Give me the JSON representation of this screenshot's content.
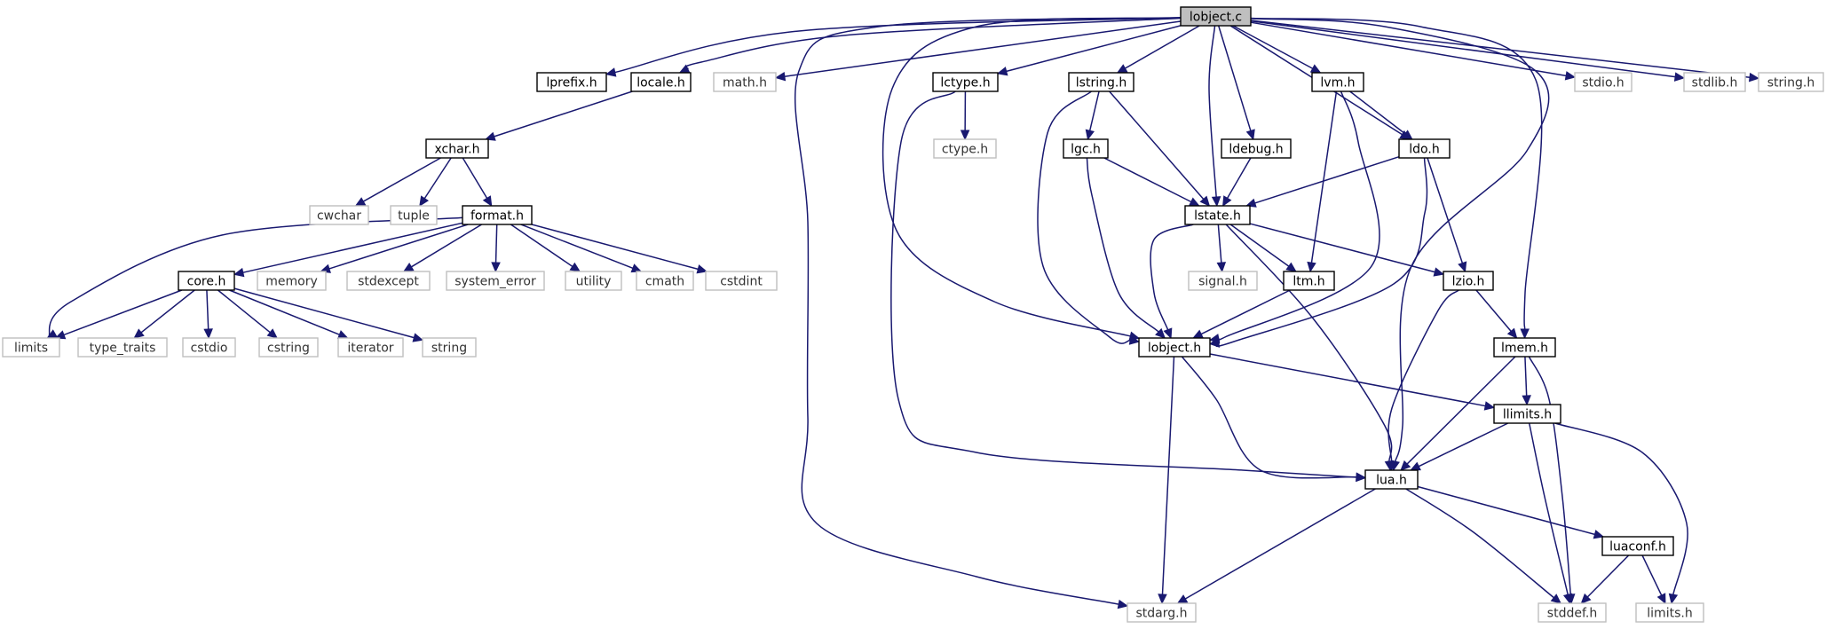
{
  "graph": {
    "nodes": [
      {
        "id": "lobject_c",
        "label": "lobject.c",
        "kind": "root"
      },
      {
        "id": "lprefix_h",
        "label": "lprefix.h",
        "kind": "solid"
      },
      {
        "id": "locale_h",
        "label": "locale.h",
        "kind": "solid"
      },
      {
        "id": "math_h",
        "label": "math.h",
        "kind": "sys"
      },
      {
        "id": "lctype_h",
        "label": "lctype.h",
        "kind": "solid"
      },
      {
        "id": "lstring_h",
        "label": "lstring.h",
        "kind": "solid"
      },
      {
        "id": "lvm_h",
        "label": "lvm.h",
        "kind": "solid"
      },
      {
        "id": "stdio_h",
        "label": "stdio.h",
        "kind": "sys"
      },
      {
        "id": "stdlib_h",
        "label": "stdlib.h",
        "kind": "sys"
      },
      {
        "id": "string_h",
        "label": "string.h",
        "kind": "sys"
      },
      {
        "id": "xchar_h",
        "label": "xchar.h",
        "kind": "solid"
      },
      {
        "id": "ctype_h",
        "label": "ctype.h",
        "kind": "sys"
      },
      {
        "id": "lgc_h",
        "label": "lgc.h",
        "kind": "solid"
      },
      {
        "id": "ldebug_h",
        "label": "ldebug.h",
        "kind": "solid"
      },
      {
        "id": "ldo_h",
        "label": "ldo.h",
        "kind": "solid"
      },
      {
        "id": "cwchar",
        "label": "cwchar",
        "kind": "sys"
      },
      {
        "id": "tuple",
        "label": "tuple",
        "kind": "sys"
      },
      {
        "id": "format_h",
        "label": "format.h",
        "kind": "solid"
      },
      {
        "id": "lstate_h",
        "label": "lstate.h",
        "kind": "solid"
      },
      {
        "id": "core_h",
        "label": "core.h",
        "kind": "solid"
      },
      {
        "id": "memory",
        "label": "memory",
        "kind": "sys"
      },
      {
        "id": "stdexcept",
        "label": "stdexcept",
        "kind": "sys"
      },
      {
        "id": "system_error",
        "label": "system_error",
        "kind": "sys"
      },
      {
        "id": "utility",
        "label": "utility",
        "kind": "sys"
      },
      {
        "id": "cmath",
        "label": "cmath",
        "kind": "sys"
      },
      {
        "id": "cstdint",
        "label": "cstdint",
        "kind": "sys"
      },
      {
        "id": "signal_h",
        "label": "signal.h",
        "kind": "sys"
      },
      {
        "id": "ltm_h",
        "label": "ltm.h",
        "kind": "solid"
      },
      {
        "id": "lzio_h",
        "label": "lzio.h",
        "kind": "solid"
      },
      {
        "id": "limits",
        "label": "limits",
        "kind": "sys"
      },
      {
        "id": "type_traits",
        "label": "type_traits",
        "kind": "sys"
      },
      {
        "id": "cstdio",
        "label": "cstdio",
        "kind": "sys"
      },
      {
        "id": "cstring",
        "label": "cstring",
        "kind": "sys"
      },
      {
        "id": "iterator",
        "label": "iterator",
        "kind": "sys"
      },
      {
        "id": "string",
        "label": "string",
        "kind": "sys"
      },
      {
        "id": "lobject_h",
        "label": "lobject.h",
        "kind": "solid"
      },
      {
        "id": "lmem_h",
        "label": "lmem.h",
        "kind": "solid"
      },
      {
        "id": "llimits_h",
        "label": "llimits.h",
        "kind": "solid"
      },
      {
        "id": "lua_h",
        "label": "lua.h",
        "kind": "solid"
      },
      {
        "id": "luaconf_h",
        "label": "luaconf.h",
        "kind": "solid"
      },
      {
        "id": "stdarg_h",
        "label": "stdarg.h",
        "kind": "sys"
      },
      {
        "id": "stddef_h",
        "label": "stddef.h",
        "kind": "sys"
      },
      {
        "id": "limits_h",
        "label": "limits.h",
        "kind": "sys"
      }
    ],
    "edges": [
      [
        "lobject_c",
        "lprefix_h"
      ],
      [
        "lobject_c",
        "locale_h"
      ],
      [
        "lobject_c",
        "math_h"
      ],
      [
        "lobject_c",
        "stdarg_h"
      ],
      [
        "lobject_c",
        "lobject_h"
      ],
      [
        "lobject_c",
        "lctype_h"
      ],
      [
        "lobject_c",
        "lstring_h"
      ],
      [
        "lobject_c",
        "lstate_h"
      ],
      [
        "lobject_c",
        "ldebug_h"
      ],
      [
        "lobject_c",
        "lvm_h"
      ],
      [
        "lobject_c",
        "ldo_h"
      ],
      [
        "lobject_c",
        "lua_h"
      ],
      [
        "lobject_c",
        "lmem_h"
      ],
      [
        "lobject_c",
        "stdio_h"
      ],
      [
        "lobject_c",
        "stdlib_h"
      ],
      [
        "lobject_c",
        "string_h"
      ],
      [
        "locale_h",
        "xchar_h"
      ],
      [
        "xchar_h",
        "cwchar"
      ],
      [
        "xchar_h",
        "tuple"
      ],
      [
        "xchar_h",
        "format_h"
      ],
      [
        "format_h",
        "limits"
      ],
      [
        "format_h",
        "core_h"
      ],
      [
        "format_h",
        "memory"
      ],
      [
        "format_h",
        "stdexcept"
      ],
      [
        "format_h",
        "system_error"
      ],
      [
        "format_h",
        "utility"
      ],
      [
        "format_h",
        "cmath"
      ],
      [
        "format_h",
        "cstdint"
      ],
      [
        "core_h",
        "limits"
      ],
      [
        "core_h",
        "type_traits"
      ],
      [
        "core_h",
        "cstdio"
      ],
      [
        "core_h",
        "cstring"
      ],
      [
        "core_h",
        "iterator"
      ],
      [
        "core_h",
        "string"
      ],
      [
        "lctype_h",
        "ctype_h"
      ],
      [
        "lctype_h",
        "lua_h"
      ],
      [
        "lstring_h",
        "lgc_h"
      ],
      [
        "lstring_h",
        "lstate_h"
      ],
      [
        "lstring_h",
        "lobject_h"
      ],
      [
        "lgc_h",
        "lstate_h"
      ],
      [
        "lgc_h",
        "lobject_h"
      ],
      [
        "ldebug_h",
        "lstate_h"
      ],
      [
        "lvm_h",
        "ldo_h"
      ],
      [
        "lvm_h",
        "ltm_h"
      ],
      [
        "lvm_h",
        "lobject_h"
      ],
      [
        "ldo_h",
        "lstate_h"
      ],
      [
        "ldo_h",
        "lzio_h"
      ],
      [
        "ldo_h",
        "lobject_h"
      ],
      [
        "lstate_h",
        "lobject_h"
      ],
      [
        "lstate_h",
        "signal_h"
      ],
      [
        "lstate_h",
        "ltm_h"
      ],
      [
        "lstate_h",
        "lzio_h"
      ],
      [
        "lstate_h",
        "lua_h"
      ],
      [
        "ltm_h",
        "lobject_h"
      ],
      [
        "lzio_h",
        "lmem_h"
      ],
      [
        "lzio_h",
        "lua_h"
      ],
      [
        "lobject_h",
        "llimits_h"
      ],
      [
        "lobject_h",
        "lua_h"
      ],
      [
        "lobject_h",
        "stdarg_h"
      ],
      [
        "lmem_h",
        "llimits_h"
      ],
      [
        "lmem_h",
        "lua_h"
      ],
      [
        "lmem_h",
        "stddef_h"
      ],
      [
        "llimits_h",
        "lua_h"
      ],
      [
        "llimits_h",
        "stddef_h"
      ],
      [
        "llimits_h",
        "limits_h"
      ],
      [
        "lua_h",
        "stdarg_h"
      ],
      [
        "lua_h",
        "luaconf_h"
      ],
      [
        "lua_h",
        "stddef_h"
      ],
      [
        "luaconf_h",
        "stddef_h"
      ],
      [
        "luaconf_h",
        "limits_h"
      ]
    ]
  }
}
